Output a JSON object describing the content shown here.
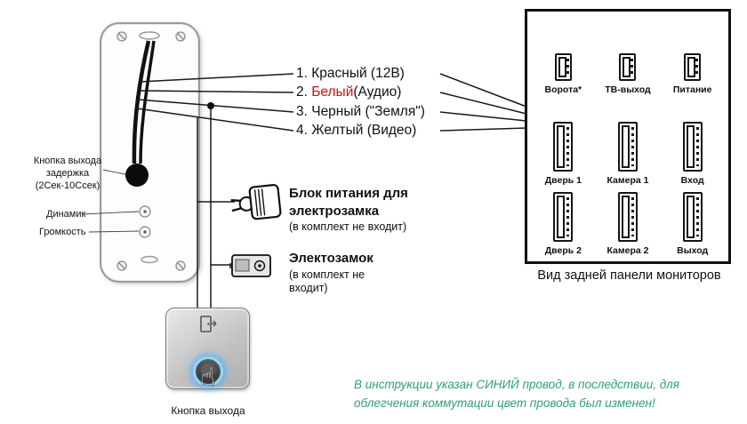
{
  "door_station": {
    "delay_label": "Кнопка выхода\nзадержка\n(2Сек-10Ссек)",
    "speaker_label": "Динамик",
    "volume_label": "Громкость"
  },
  "wire_labels": [
    {
      "prefix": "1. Красный (12В)",
      "highlight": "",
      "suffix": ""
    },
    {
      "prefix": "2. ",
      "highlight": "Белый",
      "suffix": "(Аудио)"
    },
    {
      "prefix": "3. Черный (\"Земля\")",
      "highlight": "",
      "suffix": ""
    },
    {
      "prefix": "4. Желтый (Видео)",
      "highlight": "",
      "suffix": ""
    }
  ],
  "psu": {
    "title": "Блок питания для электрозамка",
    "note": "(в комплект не входит)"
  },
  "lock": {
    "title": "Электозамок",
    "note": "(в комплект не входит)"
  },
  "exit_button": {
    "caption": "Кнопка выхода"
  },
  "monitor_panel": {
    "caption": "Вид задней панели мониторов",
    "rows": [
      [
        "Ворота*",
        "ТВ-выход",
        "Питание"
      ],
      [
        "Дверь 1",
        "Камера 1",
        "Вход"
      ],
      [
        "Дверь 2",
        "Камера 2",
        "Выход"
      ]
    ]
  },
  "footnote": "В инструкции указан СИНИЙ провод,  в последствии, для\nоблегчения коммутации цвет провода был изменен!",
  "colors": {
    "wire_highlight": "#cc1111",
    "footnote": "#2f9e7a"
  }
}
